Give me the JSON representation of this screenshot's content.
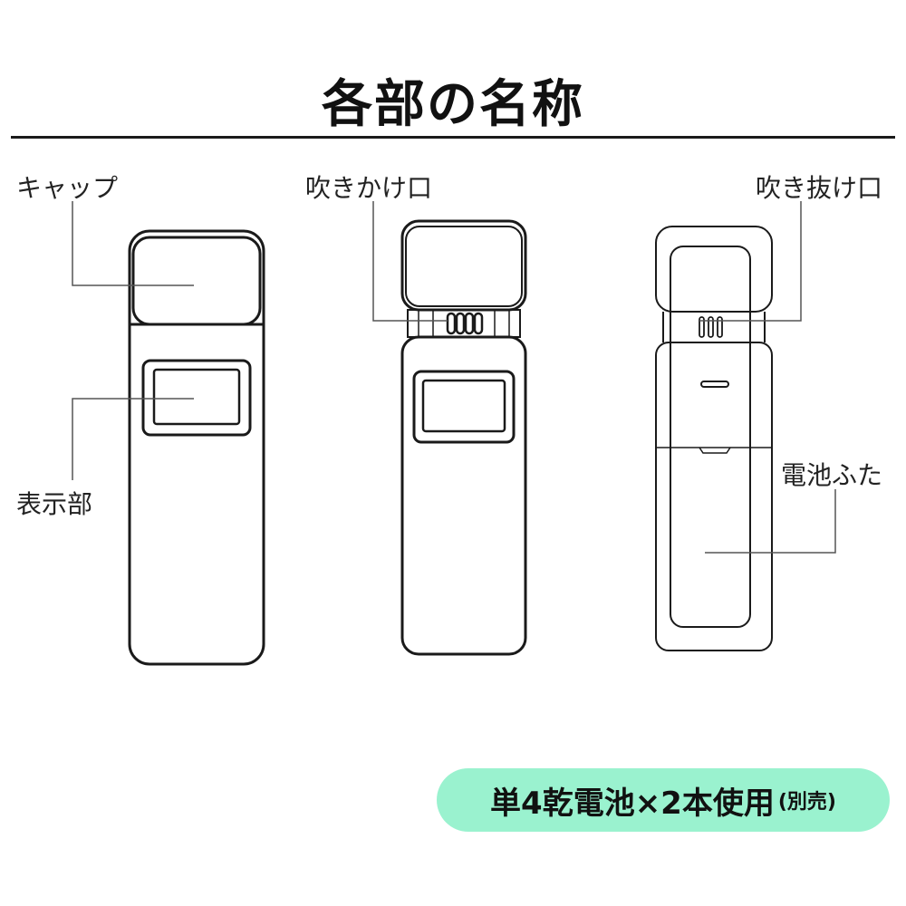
{
  "title": "各部の名称",
  "labels": {
    "cap": "キャップ",
    "display": "表示部",
    "blow_in": "吹きかけ口",
    "blow_out": "吹き抜け口",
    "battery_cover": "電池ふた"
  },
  "battery_note": {
    "main": "単4乾電池×2本使用",
    "sub": "(別売)"
  },
  "colors": {
    "line": "#1a1a1a",
    "leader": "#555555",
    "pill": "#9af2cf"
  }
}
